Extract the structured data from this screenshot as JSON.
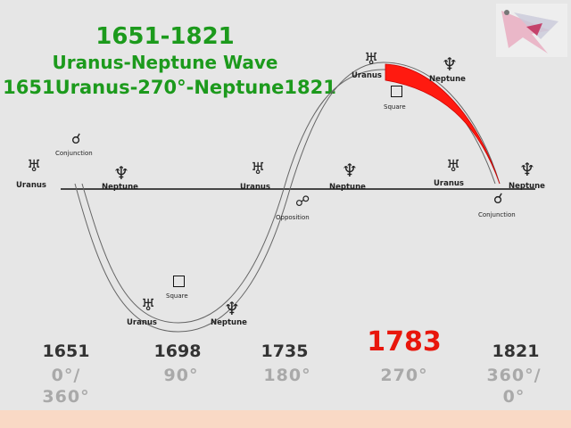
{
  "title": {
    "line1": "1651-1821",
    "line2": "Uranus-Neptune Wave",
    "line3": "1651Uranus-270°-Neptune1821"
  },
  "colors": {
    "title": "#1c9a1c",
    "highlight": "#e8160c",
    "wave_red": "#ff1a10",
    "band": "#f9d9c5"
  },
  "symbols": {
    "uranus": "♅",
    "neptune": "♆",
    "conjunction": "☌",
    "opposition": "☍"
  },
  "labels": {
    "uranus": "Uranus",
    "neptune": "Neptune",
    "conjunction": "Conjunction",
    "opposition": "Opposition",
    "square": "Square"
  },
  "timeline": [
    {
      "year": "1651",
      "degree_line1": "0°/",
      "degree_line2": "360°"
    },
    {
      "year": "1698",
      "degree_line1": "90°",
      "degree_line2": ""
    },
    {
      "year": "1735",
      "degree_line1": "180°",
      "degree_line2": ""
    },
    {
      "year": "1783",
      "degree_line1": "270°",
      "degree_line2": ""
    },
    {
      "year": "1821",
      "degree_line1": "360°/",
      "degree_line2": "0°"
    }
  ],
  "highlight_year": "1783"
}
